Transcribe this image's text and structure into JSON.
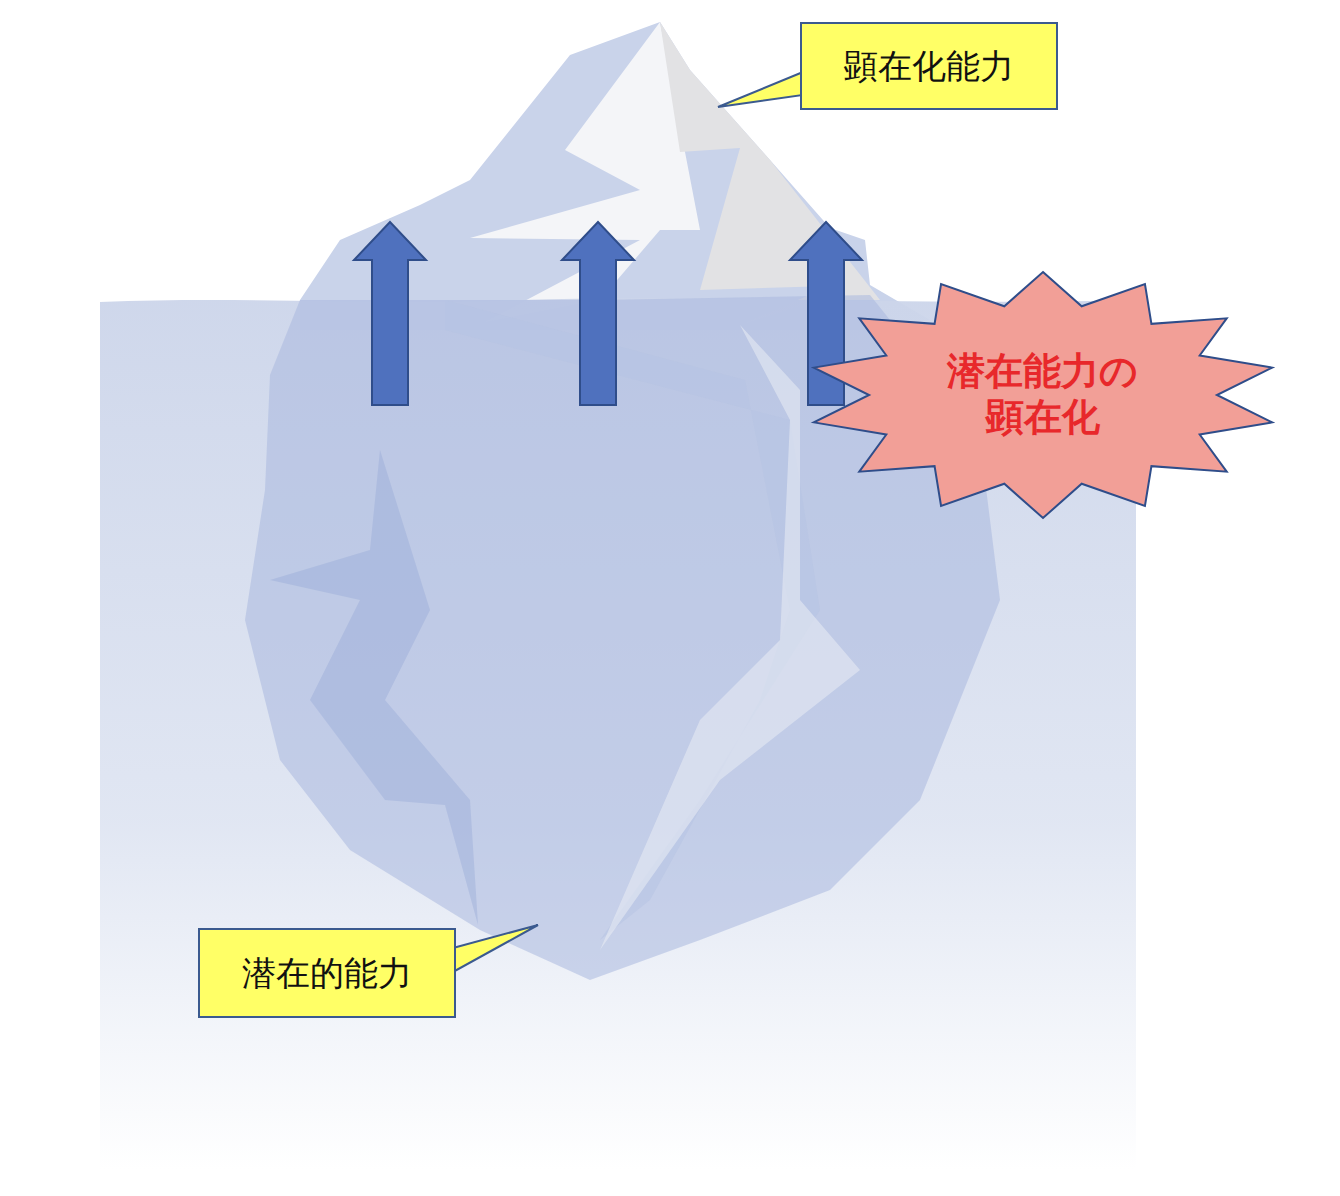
{
  "diagram": {
    "nodes": [
      {
        "text": [
          "顕在化能力"
        ]
      },
      {
        "text": [
          "潜在能力の 顕在化"
        ]
      },
      {
        "text": [
          "潜在的能力"
        ]
      }
    ]
  }
}
